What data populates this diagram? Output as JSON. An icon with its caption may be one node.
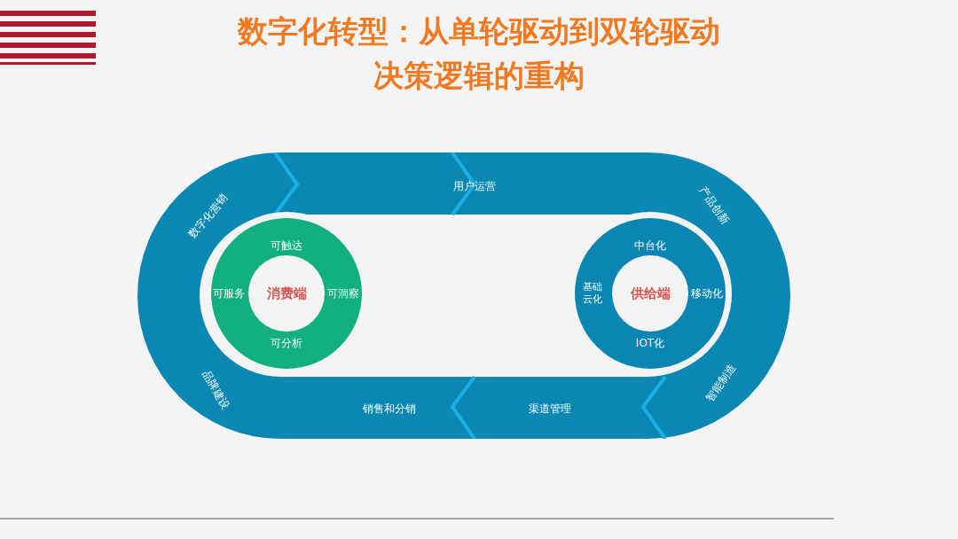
{
  "diagram": {
    "title": "数字化转型：从单轮驱动到双轮驱动决策逻辑的重构",
    "nodes": [
      {
        "text": [
          "用户运营",
          "产品创新",
          "智能制造",
          "渠道管理",
          "销售和分销",
          "品牌建设",
          "数字化营销"
        ]
      },
      {
        "text": [
          "可触达",
          "可服务",
          "消费端",
          "可洞察",
          "可分析"
        ],
        "in": 0
      },
      {
        "text": [
          "中台化",
          "基础云化",
          "供给端",
          "移动化",
          "IOT化"
        ],
        "in": 0
      }
    ],
    "edges": []
  }
}
